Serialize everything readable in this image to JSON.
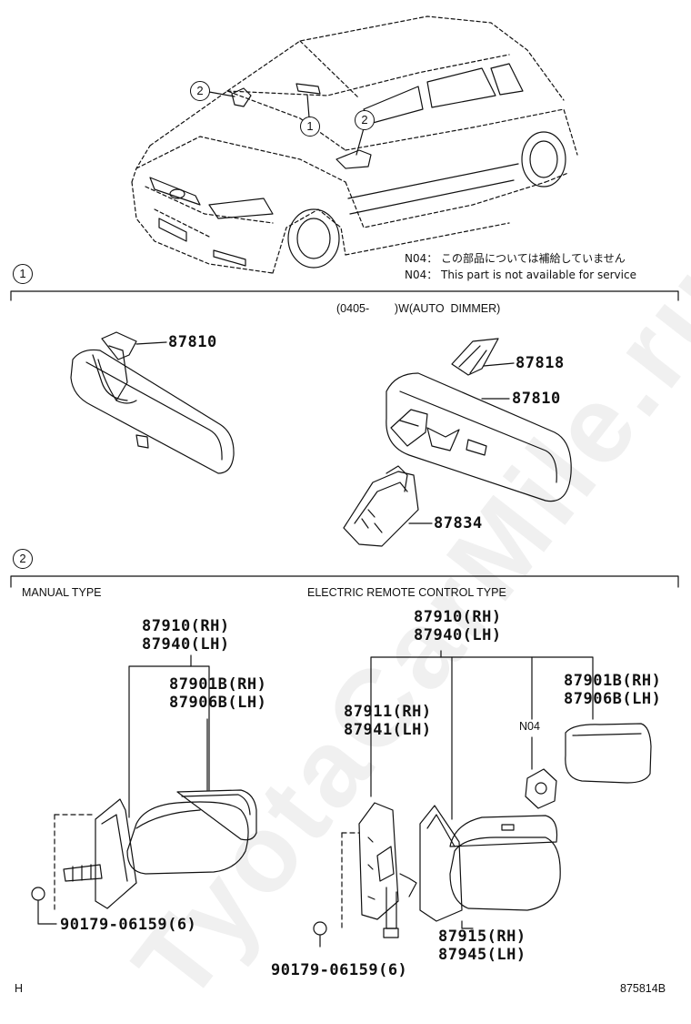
{
  "watermark": "TyotaCarMile.ru",
  "header": {
    "note_jp": "N04： この部品については補給していません",
    "note_en": "N04： This part is not available for service"
  },
  "section1": {
    "marker": "1",
    "condition": "(0405-        )W(AUTO  DIMMER)",
    "parts": {
      "mirror_left": "87810",
      "cover": "87818",
      "mirror_right": "87810",
      "bracket": "87834"
    }
  },
  "section2": {
    "marker": "2",
    "manual_type": "MANUAL TYPE",
    "electric_type": "ELECTRIC REMOTE CONTROL TYPE",
    "manual": {
      "assy_rh": "87910(RH)",
      "assy_lh": "87940(LH)",
      "glass_rh": "87901B(RH)",
      "glass_lh": "87906B(LH)",
      "clip": "90179-06159(6)"
    },
    "electric": {
      "assy_rh": "87910(RH)",
      "assy_lh": "87940(LH)",
      "base_rh": "87911(RH)",
      "base_lh": "87941(LH)",
      "glass_rh": "87901B(RH)",
      "glass_lh": "87906B(LH)",
      "motor_note": "N04",
      "cover_rh": "87915(RH)",
      "cover_lh": "87945(LH)",
      "clip": "90179-06159(6)"
    }
  },
  "car_callouts": {
    "c1": "2",
    "c2": "1",
    "c3": "2"
  },
  "footer": {
    "left": "H",
    "right": "875814B"
  }
}
